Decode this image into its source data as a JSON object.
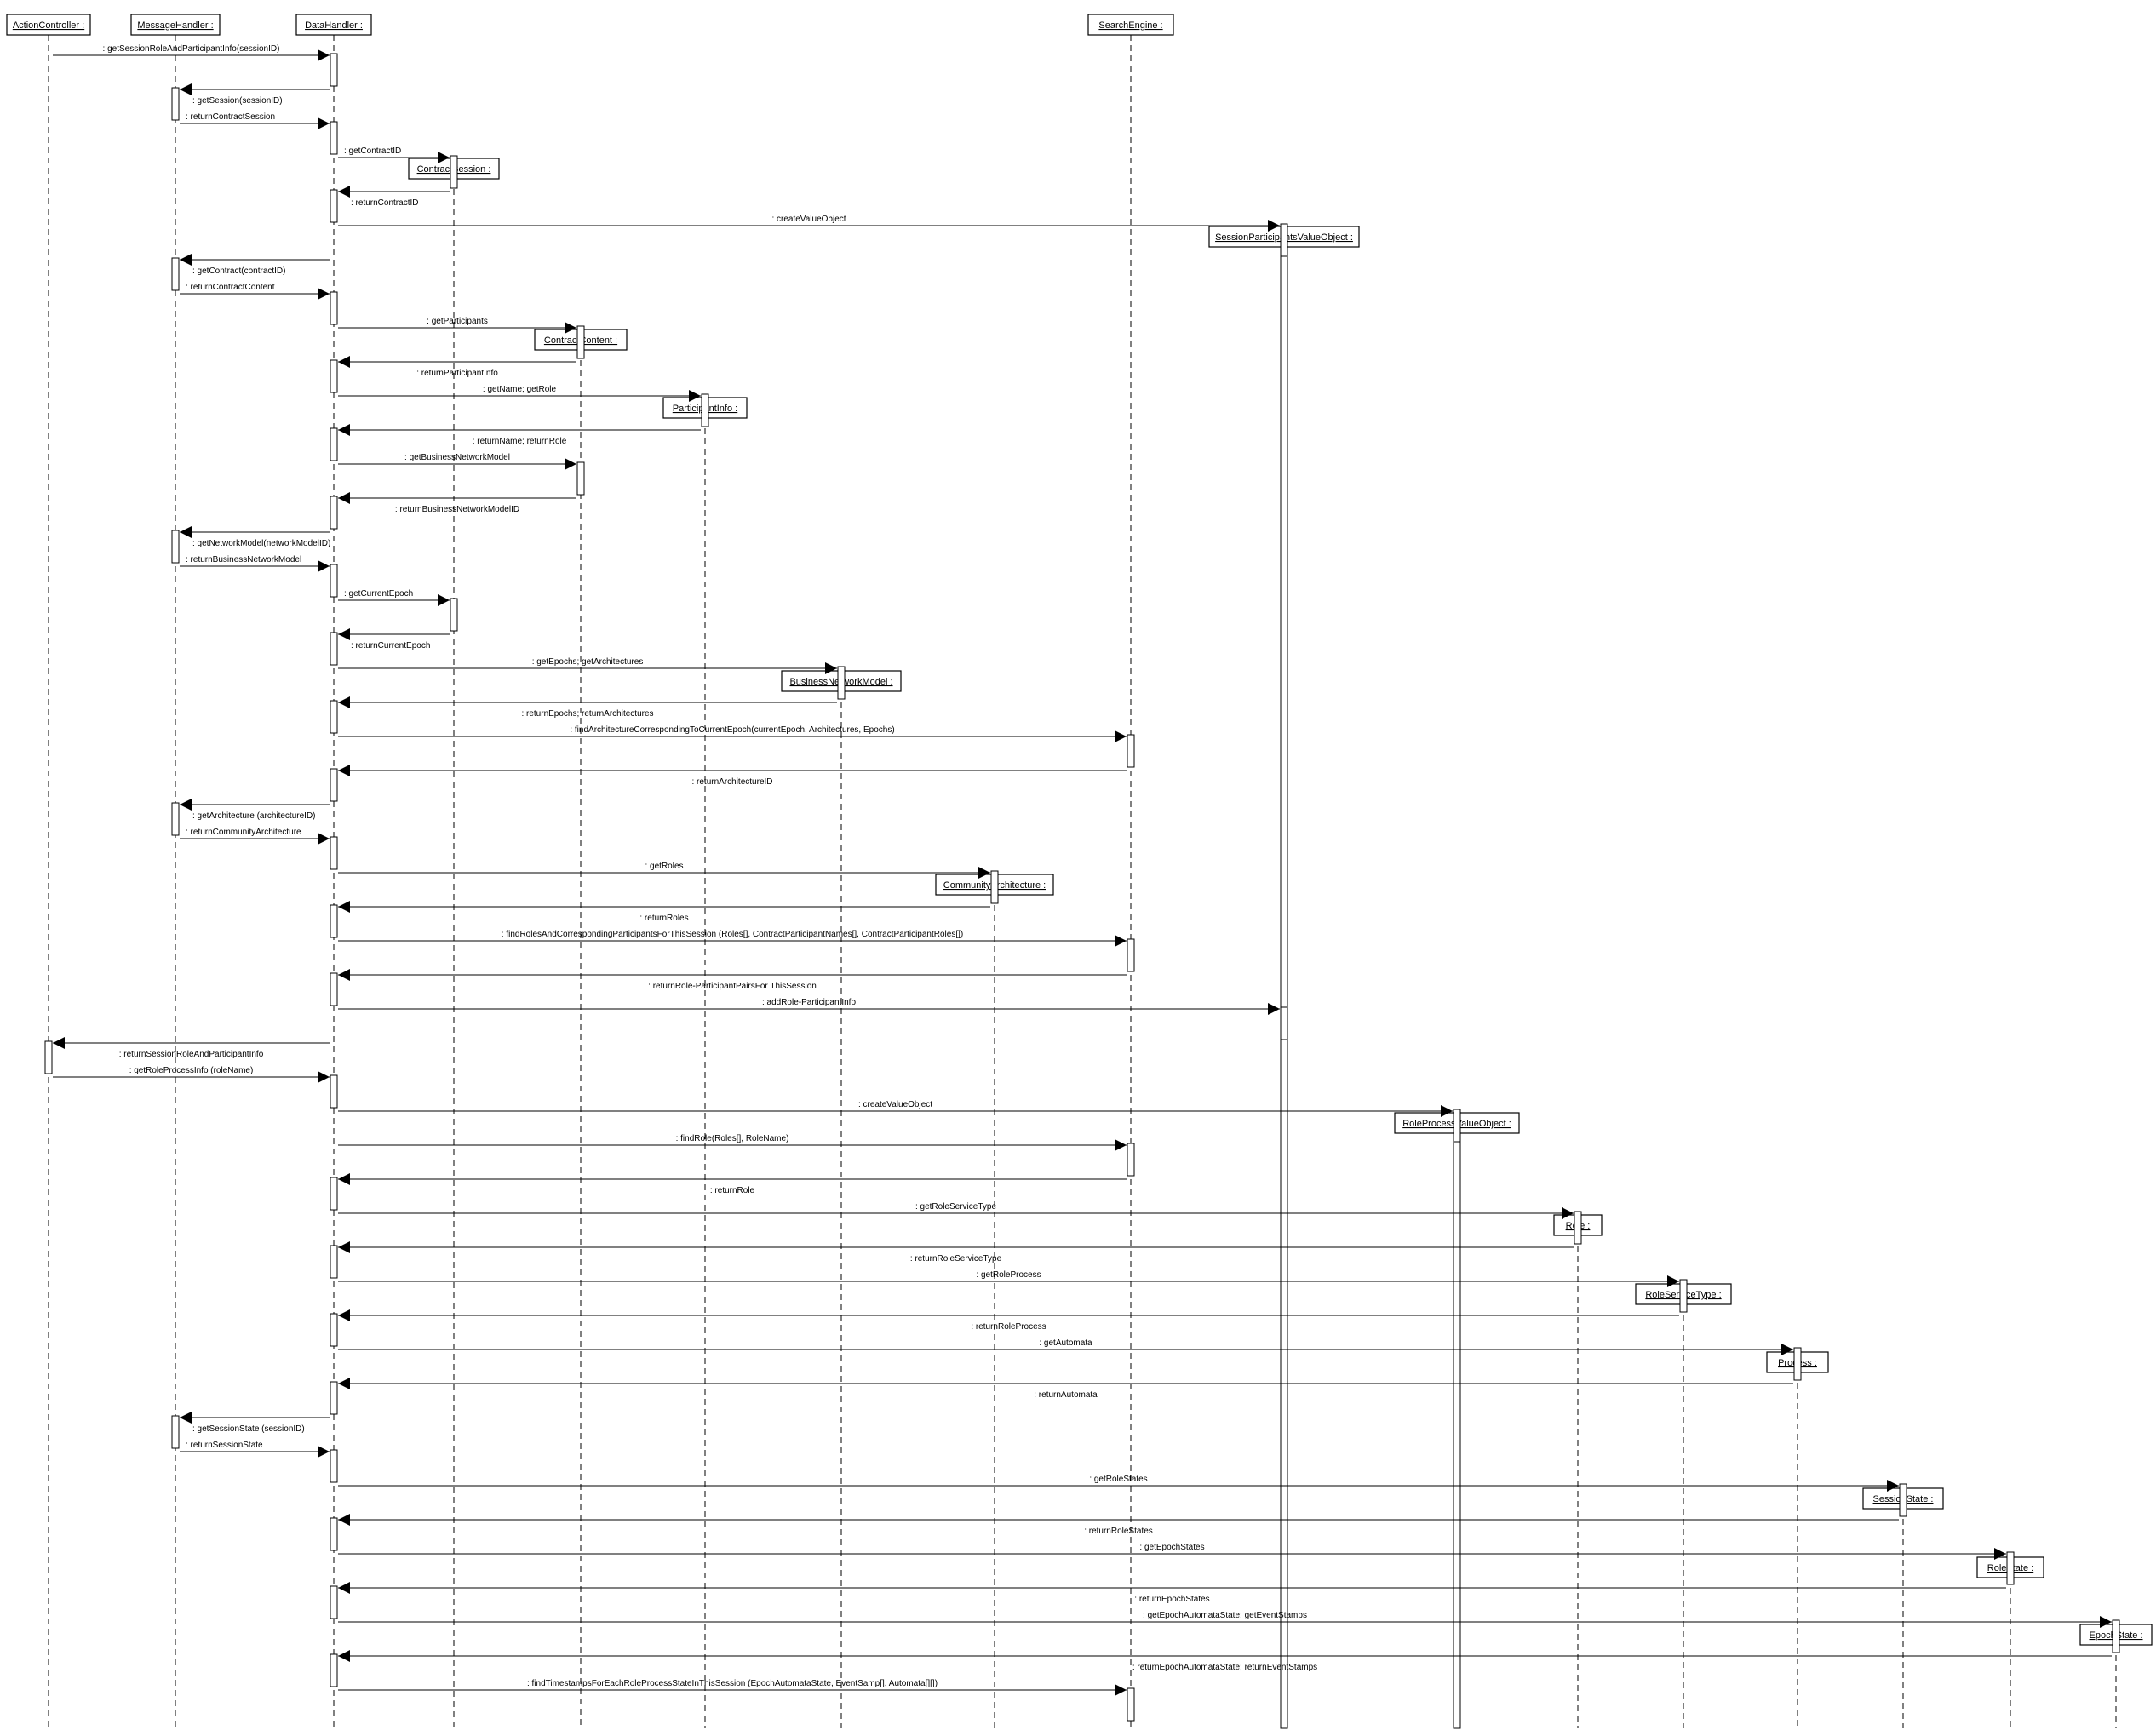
{
  "diagram": {
    "lifelines": [
      {
        "id": "ac",
        "label": "ActionController :"
      },
      {
        "id": "mh",
        "label": "MessageHandler :"
      },
      {
        "id": "dh",
        "label": "DataHandler :"
      },
      {
        "id": "se",
        "label": "SearchEngine :"
      },
      {
        "id": "cs",
        "label": "ContractSession :"
      },
      {
        "id": "spvo",
        "label": "SessionParticipantsValueObject :"
      },
      {
        "id": "cc",
        "label": "ContractContent :"
      },
      {
        "id": "pi",
        "label": "ParticipantInfo :"
      },
      {
        "id": "bnm",
        "label": "BusinessNetworkModel :"
      },
      {
        "id": "ca",
        "label": "CommunityArchitecture :"
      },
      {
        "id": "rpvo",
        "label": "RoleProcessValueObject :"
      },
      {
        "id": "role",
        "label": "Role :"
      },
      {
        "id": "rst",
        "label": "RoleServiceType :"
      },
      {
        "id": "proc",
        "label": "Process :"
      },
      {
        "id": "ss",
        "label": "SessionState :"
      },
      {
        "id": "rs",
        "label": "RoleState :"
      },
      {
        "id": "es",
        "label": "EpochState :"
      }
    ],
    "messages": [
      {
        "from": "ac",
        "to": "dh",
        "label": ": getSessionRoleAndParticipantInfo(sessionID)"
      },
      {
        "from": "dh",
        "to": "mh",
        "label": ": getSession(sessionID)"
      },
      {
        "from": "mh",
        "to": "dh",
        "label": ": returnContractSession"
      },
      {
        "from": "dh",
        "to": "cs",
        "label": ": getContractID"
      },
      {
        "from": "cs",
        "to": "dh",
        "label": ": returnContractID"
      },
      {
        "from": "dh",
        "to": "spvo",
        "label": ": createValueObject"
      },
      {
        "from": "dh",
        "to": "mh",
        "label": ": getContract(contractID)"
      },
      {
        "from": "mh",
        "to": "dh",
        "label": ": returnContractContent"
      },
      {
        "from": "dh",
        "to": "cc",
        "label": ": getParticipants"
      },
      {
        "from": "cc",
        "to": "dh",
        "label": ": returnParticipantInfo"
      },
      {
        "from": "dh",
        "to": "pi",
        "label": ": getName; getRole"
      },
      {
        "from": "pi",
        "to": "dh",
        "label": ": returnName; returnRole"
      },
      {
        "from": "dh",
        "to": "cc",
        "label": ": getBusinessNetworkModel"
      },
      {
        "from": "cc",
        "to": "dh",
        "label": ": returnBusinessNetworkModelID"
      },
      {
        "from": "dh",
        "to": "mh",
        "label": ": getNetworkModel(networkModelID)"
      },
      {
        "from": "mh",
        "to": "dh",
        "label": ": returnBusinessNetworkModel"
      },
      {
        "from": "dh",
        "to": "cs",
        "label": ": getCurrentEpoch"
      },
      {
        "from": "cs",
        "to": "dh",
        "label": ": returnCurrentEpoch"
      },
      {
        "from": "dh",
        "to": "bnm",
        "label": ": getEpochs; getArchitectures"
      },
      {
        "from": "bnm",
        "to": "dh",
        "label": ": returnEpochs; returnArchitectures"
      },
      {
        "from": "dh",
        "to": "se",
        "label": ": findArchitectureCorrespondingToCurrentEpoch(currentEpoch, Architectures, Epochs)"
      },
      {
        "from": "se",
        "to": "dh",
        "label": ": returnArchitectureID"
      },
      {
        "from": "dh",
        "to": "mh",
        "label": ": getArchitecture (architectureID)"
      },
      {
        "from": "mh",
        "to": "dh",
        "label": ": returnCommunityArchitecture"
      },
      {
        "from": "dh",
        "to": "ca",
        "label": ": getRoles"
      },
      {
        "from": "ca",
        "to": "dh",
        "label": ": returnRoles"
      },
      {
        "from": "dh",
        "to": "se",
        "label": ": findRolesAndCorrespondingParticipantsForThisSession (Roles[], ContractParticipantNames[], ContractParticipantRoles[])"
      },
      {
        "from": "se",
        "to": "dh",
        "label": ": returnRole-ParticipantPairsFor ThisSession"
      },
      {
        "from": "dh",
        "to": "spvo",
        "label": ": addRole-ParticipantInfo"
      },
      {
        "from": "dh",
        "to": "ac",
        "label": ": returnSessionRoleAndParticipantInfo"
      },
      {
        "from": "ac",
        "to": "dh",
        "label": ": getRoleProcessInfo (roleName)"
      },
      {
        "from": "dh",
        "to": "rpvo",
        "label": ": createValueObject"
      },
      {
        "from": "dh",
        "to": "se",
        "label": ": findRole(Roles[], RoleName)"
      },
      {
        "from": "se",
        "to": "dh",
        "label": ": returnRole"
      },
      {
        "from": "dh",
        "to": "role",
        "label": ": getRoleServiceType"
      },
      {
        "from": "role",
        "to": "dh",
        "label": ": returnRoleServiceType"
      },
      {
        "from": "dh",
        "to": "rst",
        "label": ": getRoleProcess"
      },
      {
        "from": "rst",
        "to": "dh",
        "label": ": returnRoleProcess"
      },
      {
        "from": "dh",
        "to": "proc",
        "label": ": getAutomata"
      },
      {
        "from": "proc",
        "to": "dh",
        "label": ": returnAutomata"
      },
      {
        "from": "dh",
        "to": "mh",
        "label": ": getSessionState (sessionID)"
      },
      {
        "from": "mh",
        "to": "dh",
        "label": ": returnSessionState"
      },
      {
        "from": "dh",
        "to": "ss",
        "label": ": getRoleStates"
      },
      {
        "from": "ss",
        "to": "dh",
        "label": ": returnRoleStates"
      },
      {
        "from": "dh",
        "to": "rs",
        "label": ": getEpochStates"
      },
      {
        "from": "rs",
        "to": "dh",
        "label": ": returnEpochStates"
      },
      {
        "from": "dh",
        "to": "es",
        "label": ": getEpochAutomataState; getEventStamps"
      },
      {
        "from": "es",
        "to": "dh",
        "label": ": returnEpochAutomataState; returnEventStamps"
      },
      {
        "from": "dh",
        "to": "se",
        "label": ": findTimestampsForEachRoleProcessStateInThisSession (EpochAutomataState, EventSamp[], Automata[][])"
      }
    ]
  }
}
